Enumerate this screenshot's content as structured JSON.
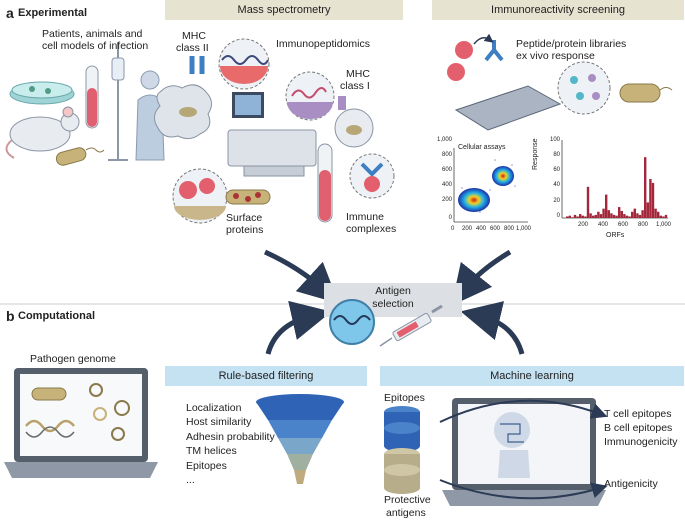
{
  "panel_a": {
    "letter": "a",
    "title": "Experimental"
  },
  "panel_b": {
    "letter": "b",
    "title": "Computational"
  },
  "experimental": {
    "subjects": [
      "Patients, animals and",
      "cell models of infection"
    ]
  },
  "mass_spec": {
    "header": "Mass spectrometry",
    "mhc2": [
      "MHC",
      "class II"
    ],
    "immunopeptidomics": "Immunopeptidomics",
    "mhc1": [
      "MHC",
      "class I"
    ],
    "surface": [
      "Surface",
      "proteins"
    ],
    "immune": [
      "Immune",
      "complexes"
    ]
  },
  "immuno": {
    "header": "Immunoreactivity screening",
    "libraries": [
      "Peptide/protein libraries",
      "ex vivo response"
    ]
  },
  "scatter": {
    "title": "Cellular assays",
    "yticks": [
      "1,000",
      "800",
      "600",
      "400",
      "200",
      "0"
    ],
    "xticks": [
      "0",
      "200",
      "400",
      "600",
      "800",
      "1,000"
    ]
  },
  "bars": {
    "ylabel": "Response",
    "xlabel": "ORFs",
    "yticks": [
      "100",
      "80",
      "60",
      "40",
      "20",
      "0"
    ],
    "xticks": [
      "200",
      "400",
      "600",
      "800",
      "1,000"
    ],
    "palette": {
      "bar": "#a3273a"
    }
  },
  "antigen": {
    "label": [
      "Antigen",
      "selection"
    ]
  },
  "computational": {
    "genome": "Pathogen genome",
    "rule_header": "Rule-based filtering",
    "rules": [
      "Localization",
      "Host similarity",
      "Adhesin probability",
      "TM helices",
      "Epitopes",
      "..."
    ],
    "ml_header": "Machine learning",
    "epitopes": "Epitopes",
    "protective": [
      "Protective",
      "antigens"
    ],
    "outputs": [
      "T cell epitopes",
      "B cell epitopes",
      "Immunogenicity"
    ],
    "antigenicity": "Antigenicity"
  },
  "colors": {
    "header_tan": "#e7e3d1",
    "header_blue": "#c4e2f2",
    "antigen_box": "#dcdfe3",
    "arrow": "#2b3a55"
  }
}
